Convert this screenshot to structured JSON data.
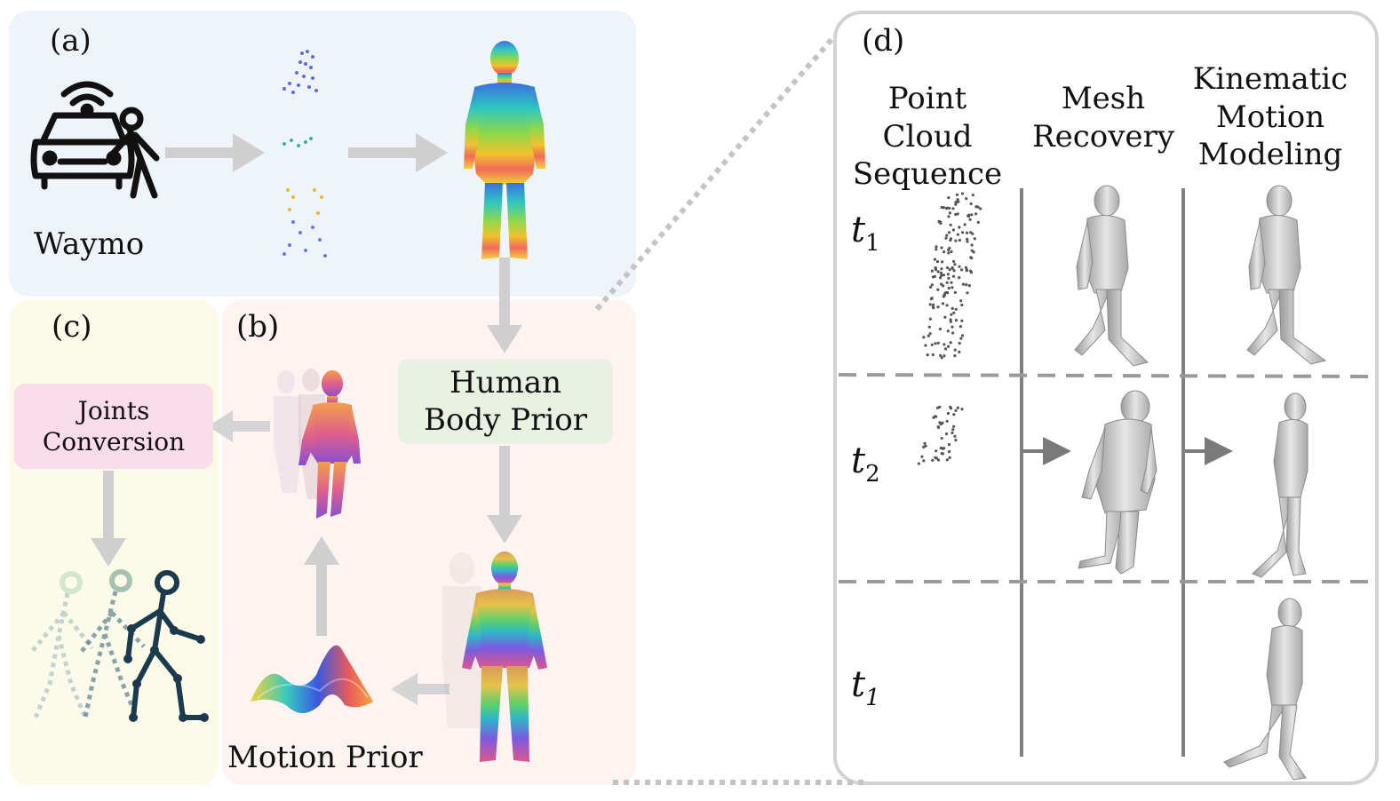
{
  "panel_a": {
    "label": "(a)",
    "source_label": "Waymo"
  },
  "panel_b": {
    "label": "(b)",
    "human_body_prior": "Human Body Prior",
    "motion_prior": "Motion Prior"
  },
  "panel_c": {
    "label": "(c)",
    "joints_conversion": "Joints Conversion"
  },
  "panel_d": {
    "label": "(d)",
    "columns": [
      "Point Cloud Sequence",
      "Mesh Recovery",
      "Kinematic Motion Modeling"
    ],
    "rows": [
      {
        "base": "t",
        "sub": "1"
      },
      {
        "base": "t",
        "sub": "2"
      },
      {
        "base": "t",
        "sub": "1"
      }
    ]
  },
  "colors": {
    "panel_a_bg": "#eef4f9",
    "panel_b_bg": "#fdf3f1",
    "panel_c_bg": "#fcfbe9",
    "human_body_prior_box": "#e8f1e2",
    "joints_conversion_box": "#fadcea",
    "skeleton": "#1c3a4d",
    "arrow_gray": "#c8c8c8"
  }
}
